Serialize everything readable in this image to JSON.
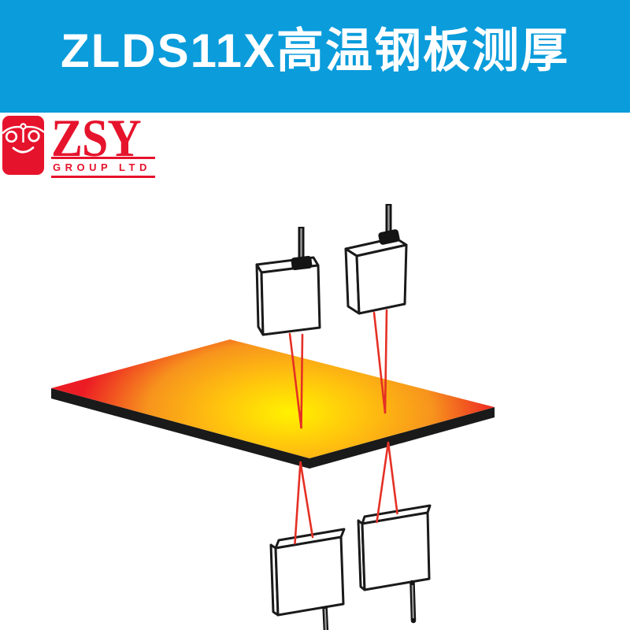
{
  "banner": {
    "title": "ZLDS11X高温钢板测厚"
  },
  "logo": {
    "name": "ZSY",
    "subtitle": "GROUP LTD"
  },
  "icons": {
    "logo_mark": "zsy-face-logo"
  },
  "colors": {
    "banner_blue": "#0a9cdb",
    "title_white": "#ffffff",
    "logo_red": "#e6132c",
    "laser_red": "#e53025",
    "plate_yellow": "#fff200",
    "plate_gold": "#ffc20e",
    "plate_orange": "#f7941d",
    "plate_red": "#ec1c24",
    "ink": "#1a1a1a",
    "sensor_white": "#ffffff",
    "cable_gray": "#9a9a9a"
  }
}
